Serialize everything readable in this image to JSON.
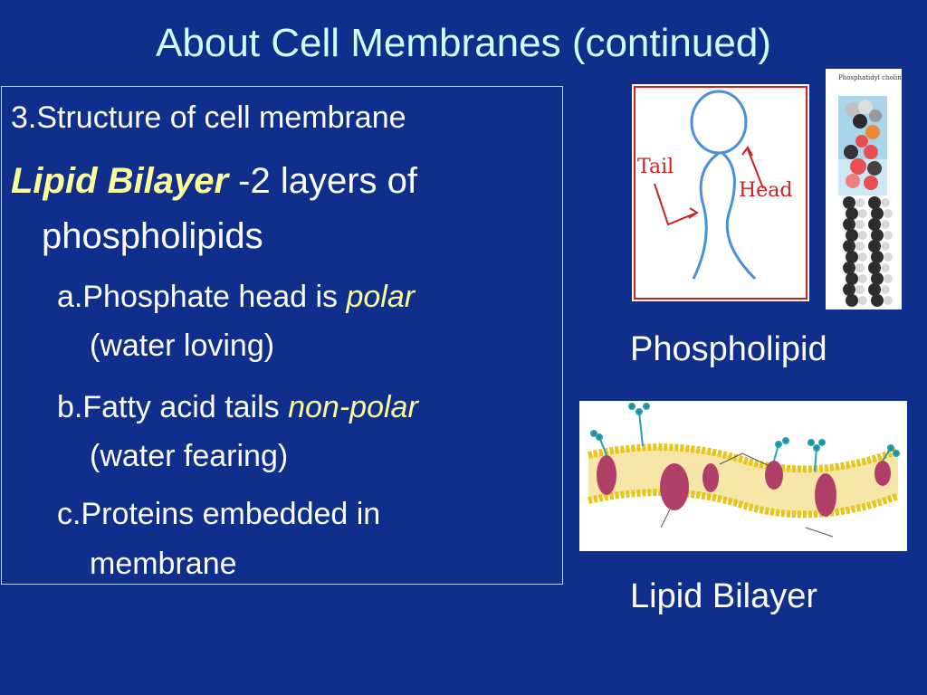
{
  "slide": {
    "title": "About Cell Membranes (continued)",
    "heading": "3.Structure of cell membrane",
    "term": "Lipid Bilayer",
    "term_def_1": " -2 layers of",
    "term_def_2": "phospholipids",
    "items": [
      {
        "line1_plain": "a.Phosphate head is ",
        "line1_hl": "polar",
        "line2": "(water loving)"
      },
      {
        "line1_plain": "b.Fatty acid tails ",
        "line1_hl": "non-polar",
        "line2": "(water fearing)"
      },
      {
        "line1_plain": "c.Proteins embedded in",
        "line1_hl": "",
        "line2": "membrane"
      }
    ]
  },
  "figures": {
    "sketch_labels": {
      "tail": "Tail",
      "head": "Head"
    },
    "model_label": "Phosphatidyl choline",
    "caption_phospholipid": "Phospholipid",
    "caption_bilayer": "Lipid Bilayer"
  },
  "colors": {
    "background": "#102e8c",
    "title": "#ccffff",
    "highlight": "#ffff99",
    "sketch_red": "#cc2222",
    "sketch_blue": "#4a90d9"
  }
}
